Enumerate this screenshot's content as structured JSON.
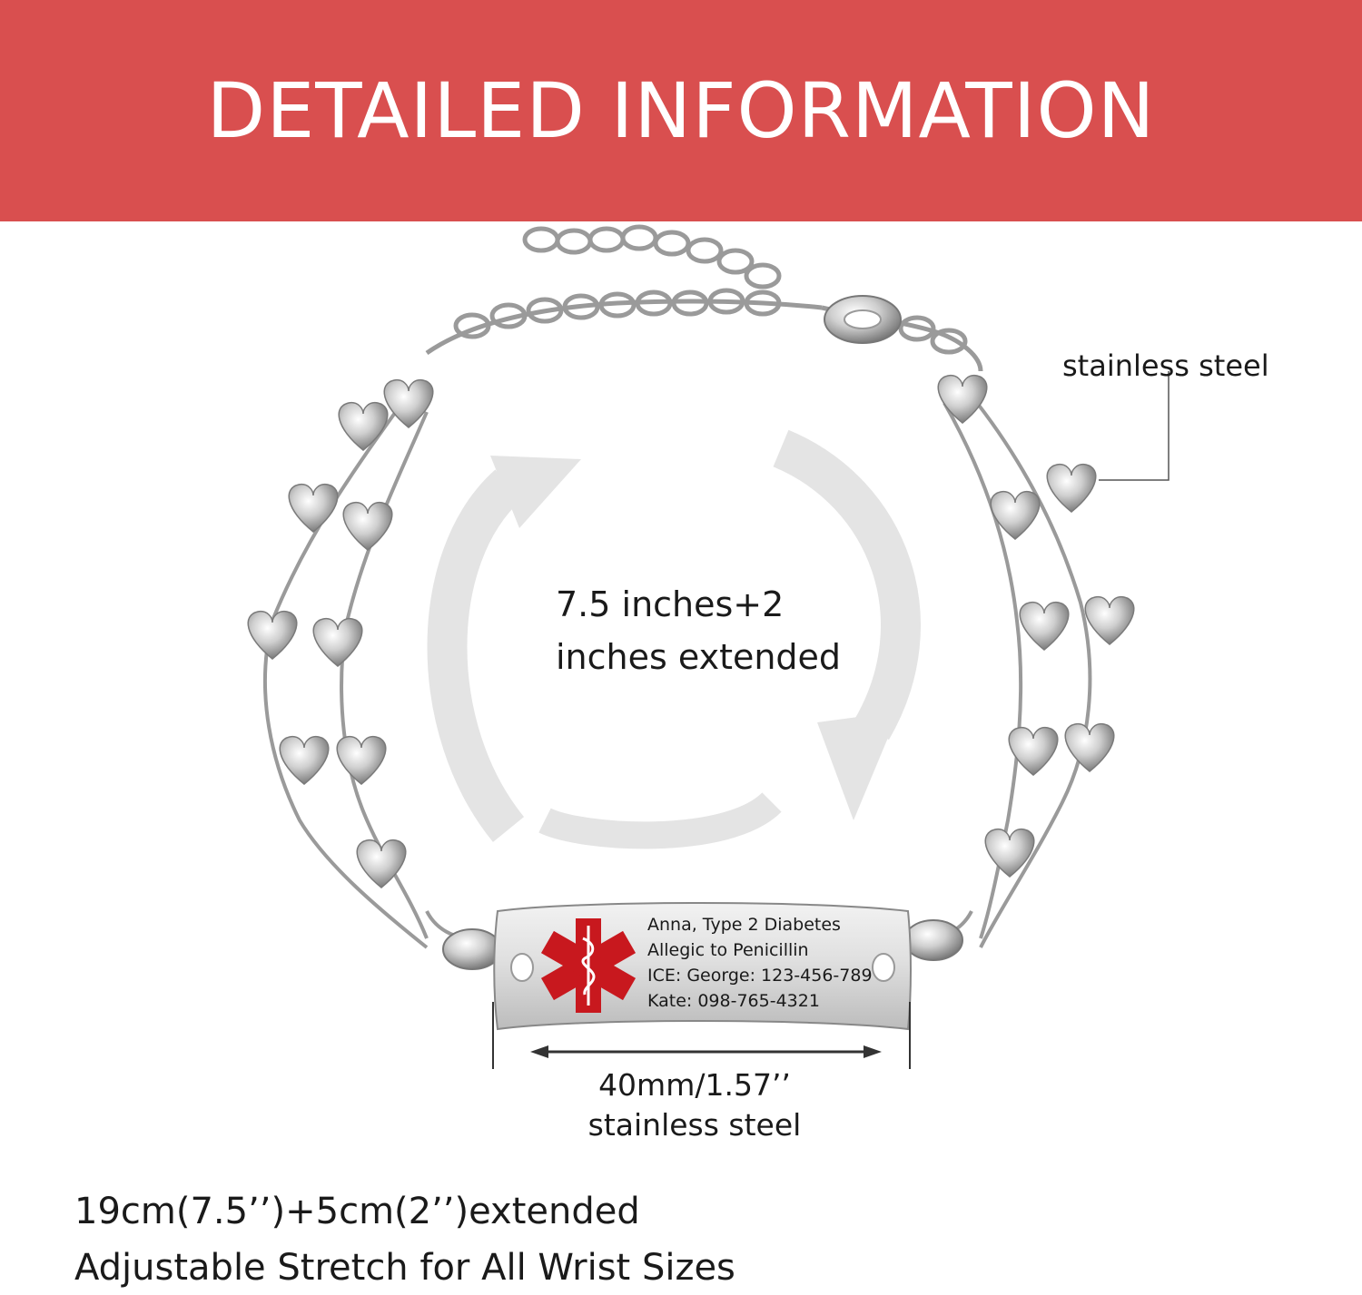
{
  "banner": {
    "title": "DETAILED INFORMATION",
    "color": "#d94f4f"
  },
  "callouts": {
    "material_right": "stainless steel",
    "size_line1": "7.5 inches+2",
    "size_line2": "inches extended",
    "tag_width": "40mm/1.57’’",
    "tag_material": "stainless steel"
  },
  "tag": {
    "lines": [
      "Anna, Type 2 Diabetes",
      "Allegic to Penicillin",
      "ICE: George: 123-456-789",
      "Kate: 098-765-4321"
    ],
    "symbol_icon": "star-of-life-icon",
    "symbol_color": "#c8181e"
  },
  "footer": {
    "line1": "19cm(7.5’’)+5cm(2’’)extended",
    "line2": "Adjustable Stretch for All Wrist Sizes"
  }
}
